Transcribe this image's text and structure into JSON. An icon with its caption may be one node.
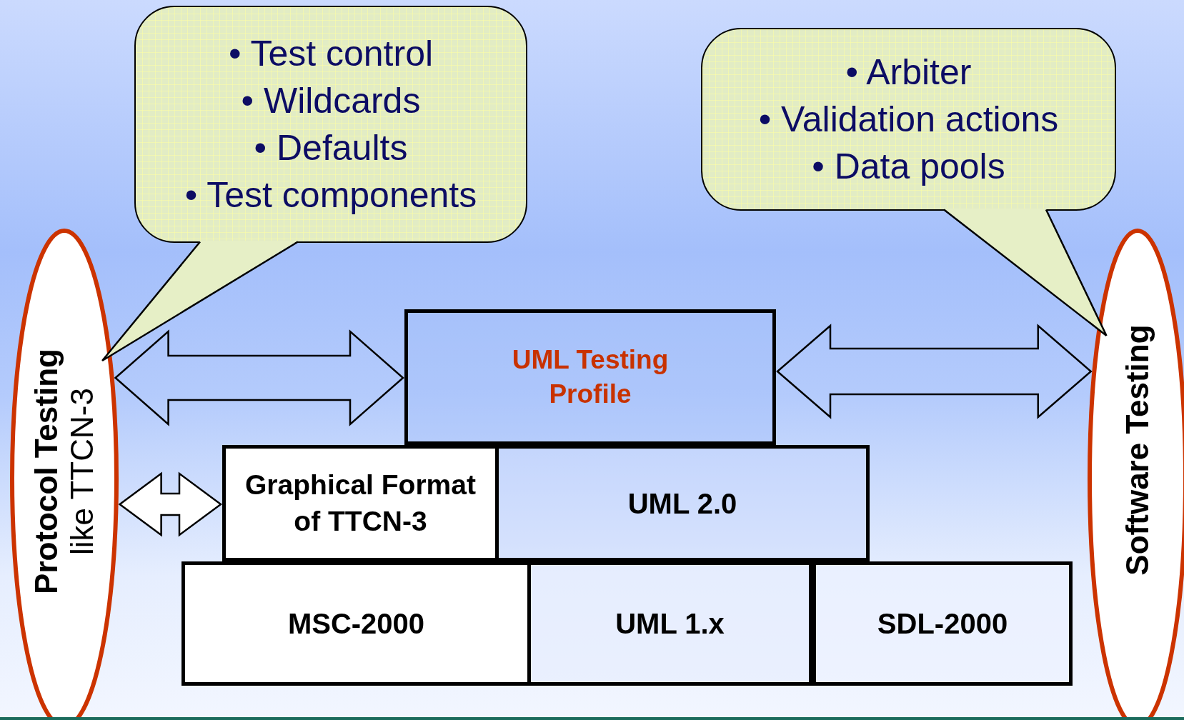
{
  "diagram": {
    "nodes": [
      {
        "text": [
          "• Test control",
          "• Wildcards",
          "• Defaults",
          "• Test components"
        ]
      },
      {
        "text": [
          "• Arbiter",
          "• Validation actions",
          "• Data pools"
        ]
      },
      {
        "text": [
          "Protocol Testing",
          "like TTCN-3"
        ]
      },
      {
        "text": [
          "Software Testing"
        ]
      },
      {
        "text": [
          "UML Testing Profile"
        ]
      },
      {
        "text": [
          "Graphical Format of TTCN-3"
        ]
      },
      {
        "text": [
          "UML 2.0"
        ]
      },
      {
        "text": [
          "MSC-2000"
        ]
      },
      {
        "text": [
          "UML 1.x"
        ]
      },
      {
        "text": [
          "SDL-2000"
        ]
      }
    ],
    "edges": [
      {
        "from": 0,
        "to": 2,
        "arrow": "none"
      },
      {
        "from": 1,
        "to": 3,
        "arrow": "none"
      },
      {
        "from": 2,
        "to": 4,
        "arrow": "both"
      },
      {
        "from": 4,
        "to": 3,
        "arrow": "both"
      },
      {
        "from": 2,
        "to": 5,
        "arrow": "both"
      }
    ]
  }
}
